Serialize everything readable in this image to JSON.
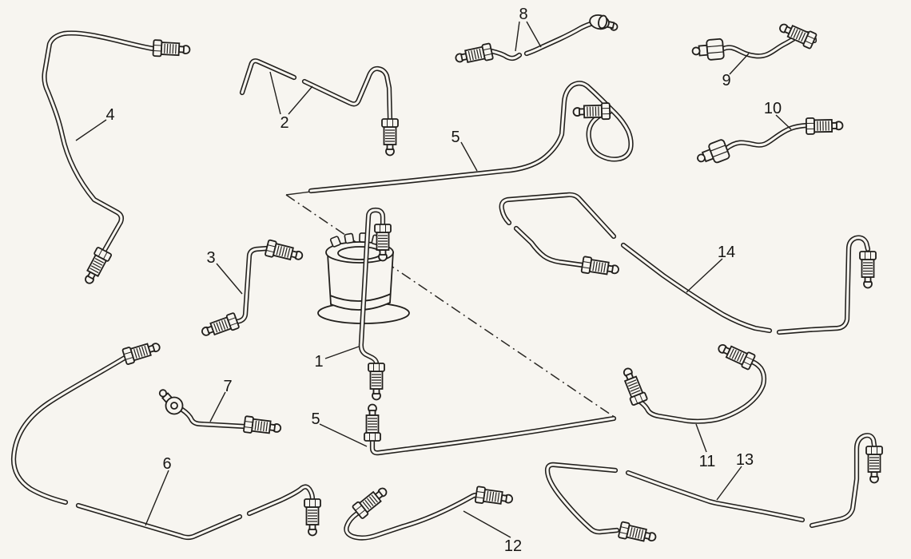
{
  "colors": {
    "background": "#f7f5f0",
    "ink": "#211f1c"
  },
  "callouts": {
    "n1": {
      "text": "1"
    },
    "n2": {
      "text": "2"
    },
    "n3": {
      "text": "3"
    },
    "n4": {
      "text": "4"
    },
    "n5a": {
      "text": "5"
    },
    "n5b": {
      "text": "5"
    },
    "n6": {
      "text": "6"
    },
    "n7": {
      "text": "7"
    },
    "n8": {
      "text": "8"
    },
    "n9": {
      "text": "9"
    },
    "n10": {
      "text": "10"
    },
    "n11": {
      "text": "11"
    },
    "n12": {
      "text": "12"
    },
    "n13": {
      "text": "13"
    },
    "n14": {
      "text": "14"
    }
  }
}
